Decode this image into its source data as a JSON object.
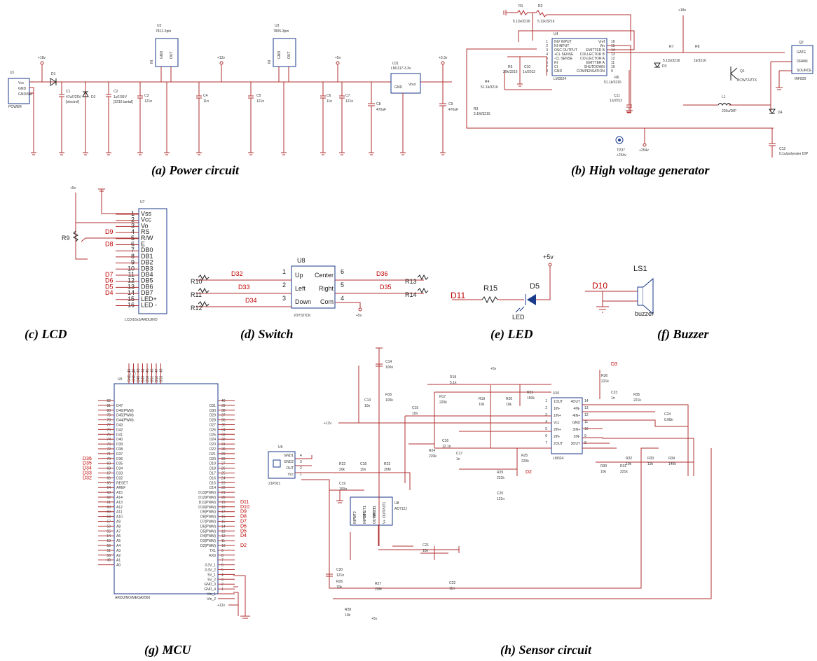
{
  "captions": {
    "a": "(a) Power circuit",
    "b": "(b) High voltage generator",
    "c": "(c) LCD",
    "d": "(d) Switch",
    "e": "(e) LED",
    "f": "(f) Buzzer",
    "g": "(g) MCU",
    "h": "(h) Sensor circuit"
  },
  "power": {
    "u1": "U1",
    "u1_pins": [
      "Vcc",
      "GND",
      "GND/SW"
    ],
    "u1_name": "POWER",
    "d1": "D1",
    "d2": "D2",
    "c1": "C1",
    "c1_val": "47uF/25V",
    "c1_sub": "[electrol]",
    "c2": "C2",
    "c2_val": "1uF/35V",
    "c2_sub": "[3216 tantal]",
    "c3": "C3",
    "c3_val": "121n",
    "u2": "U2",
    "u2_name": "7812-3pin",
    "u3": "U3",
    "u3_name": "7805-3pin",
    "gnd": "GND",
    "out": "OUT",
    "in": "IN",
    "c4": "C4",
    "c4_val": "11n",
    "c5": "C5",
    "c5_val": "121n",
    "c6": "C6",
    "c6_val": "11n",
    "c7": "C7",
    "c7_val": "121n",
    "c8": "C8",
    "c8_val": "470uF",
    "c9": "C9",
    "c9_val": "470uF",
    "u11": "U11",
    "u11_name": "LM1117-3.3v",
    "u11_vout": "Vout",
    "rail_18": "+18v",
    "rail_12": "+12v",
    "rail_5": "+5v",
    "rail_33": "+3.3v"
  },
  "hv": {
    "r1": "R1",
    "r1_val": "5.11k/3216",
    "r2": "R2",
    "r2_val": "5.11k/3216",
    "u4": "U4",
    "u4_name": "LM3524",
    "u4_left_pins": [
      "INV INPUT",
      "NI INPUT",
      "OSC OUTPUT",
      "+CL SENSE",
      "-CL SENSE",
      "RI",
      "CI",
      "GND"
    ],
    "u4_right_pins": [
      "Vref",
      "Vin",
      "EMITTER B",
      "COLLECTOR B",
      "COLLECTOR A",
      "EMITTER A",
      "SHUTDOWN",
      "COMPENSATION"
    ],
    "u4_left_nums": [
      "1",
      "2",
      "3",
      "4",
      "5",
      "6",
      "7",
      "8"
    ],
    "u4_right_nums": [
      "16",
      "15",
      "14",
      "13",
      "12",
      "11",
      "10",
      "9"
    ],
    "r4": "R4",
    "r4_val": "51.1k/3216",
    "r5": "R5",
    "r5_val": "20k/3216",
    "c10": "C10",
    "c10_val": "1n/2012",
    "r6": "R6",
    "r6_val": "51.1k/3216",
    "c11": "C11",
    "c11_val": "1n/2012",
    "r3": "R3",
    "r3_val": "5.1M/3216",
    "tp37": "TP37",
    "tp37_val": "+254v",
    "hv_label": "+254v",
    "r7": "R7",
    "r7_val": "5.11k/3216",
    "r8": "R8",
    "r8_val": "1k/3216",
    "d3": "D3",
    "q1": "Q1",
    "q1_val": "BCW72/ZTX",
    "q2": "Q2",
    "q2_pins": [
      "GATE",
      "DRAIN",
      "SOURCE"
    ],
    "q2_name": "IRF820",
    "l1": "L1",
    "l1_val": "220u/DIP",
    "d4": "D4",
    "c12": "C12",
    "c12_val": "0.1u/polyester DIP",
    "rail_18": "+18v"
  },
  "lcd": {
    "u7": "U7",
    "rail": "+5v",
    "r9": "R9",
    "pins": [
      "Vss",
      "Vcc",
      "Vo",
      "RS",
      "R/W",
      "E",
      "DB0",
      "DB1",
      "DB2",
      "DB3",
      "DB4",
      "DB5",
      "DB6",
      "DB7",
      "LED+",
      "LED -"
    ],
    "nums": [
      "1",
      "2",
      "3",
      "4",
      "5",
      "6",
      "7",
      "8",
      "9",
      "10",
      "11",
      "12",
      "13",
      "14",
      "15",
      "16"
    ],
    "nets": {
      "4": "D9",
      "6": "D8",
      "11": "D7",
      "12": "D6",
      "13": "D5",
      "14": "D4"
    },
    "name": "LCD/16x2/ARDUINO"
  },
  "switch": {
    "u8": "U8",
    "name": "JOYSTICK",
    "left_pins": [
      "Up",
      "Left",
      "Down"
    ],
    "right_pins": [
      "Center",
      "Right",
      "Com"
    ],
    "left_nums": [
      "1",
      "2",
      "3"
    ],
    "right_nums": [
      "6",
      "5",
      "4"
    ],
    "nets_left": [
      "D32",
      "D33",
      "D34"
    ],
    "nets_right": [
      "D36",
      "D35"
    ],
    "res_left": [
      "R10",
      "R11",
      "R12"
    ],
    "res_right": [
      "R13",
      "R14"
    ],
    "rail": "+5v"
  },
  "led": {
    "rail": "+5v",
    "net": "D11",
    "r15": "R15",
    "d5": "D5",
    "name": "LED"
  },
  "buzzer": {
    "ls1": "LS1",
    "net": "D10",
    "name": "buzzer"
  },
  "mcu": {
    "u9": "U9",
    "name": "ARDUINO/MEGA2560",
    "top_pins": [
      "GND_1",
      "GND_2",
      "D48",
      "D49",
      "D50",
      "D51",
      "D52",
      "D53"
    ],
    "top_nums": [
      "41",
      "42",
      "43",
      "44",
      "45",
      "46",
      "47",
      "48"
    ],
    "left_nums": [
      "82",
      "81",
      "80",
      "79",
      "78",
      "77",
      "76",
      "75",
      "74",
      "73",
      "72",
      "71",
      "70",
      "69",
      "68",
      "67",
      "66",
      "65",
      "64",
      "63",
      "62",
      "61",
      "60",
      "59",
      "58",
      "57",
      "56",
      "55",
      "54",
      "53",
      "52",
      "51",
      "50",
      "49"
    ],
    "left_pins": [
      "",
      "D47",
      "D46(PWM)",
      "D45(PWM)",
      "D44(PWM)",
      "D43",
      "D42",
      "D41",
      "D40",
      "D39",
      "D38",
      "D37",
      "D36",
      "D35",
      "D34",
      "D33",
      "D32",
      "RESET",
      "AREF",
      "A15",
      "A14",
      "A13",
      "A12",
      "A11",
      "A10",
      "A9",
      "A8",
      "A7",
      "A6",
      "A5",
      "A4",
      "A3",
      "A2",
      "A1",
      "A0"
    ],
    "left_nets": {
      "12": "D36",
      "13": "D35",
      "14": "D34",
      "15": "D33",
      "16": "D32"
    },
    "right_nums": [
      "40",
      "39",
      "38",
      "37",
      "36",
      "35",
      "34",
      "33",
      "32",
      "31",
      "30",
      "29",
      "28",
      "27",
      "26",
      "25",
      "24",
      "23",
      "22",
      "21",
      "20",
      "19",
      "18",
      "17",
      "16",
      "15",
      "14",
      "13",
      "12",
      "11",
      "10",
      "9",
      "8",
      "7",
      "6",
      "5",
      "4",
      "3",
      "2",
      "1"
    ],
    "right_pins": [
      "",
      "D31",
      "D30",
      "D29",
      "D28",
      "D27",
      "D26",
      "D25",
      "D24",
      "D23",
      "D22",
      "D21",
      "D20",
      "D19",
      "D18",
      "D17",
      "D16",
      "D15",
      "D14",
      "D13(PWM)",
      "D12(PWM)",
      "D11(PWM)",
      "D10(PWM)",
      "D9(PWM)",
      "D8(PWM)",
      "D7(PWM)",
      "D6(PWM)",
      "D5(PWM)",
      "D4(PWM)",
      "D3(PWM)",
      "D2(PWM)",
      "TX1",
      "RX0",
      "",
      "3.3V_1",
      "3.3V_2",
      "5V_1",
      "5V_2",
      "GND_3",
      "GND_4",
      "Vin_1",
      "Vin_2"
    ],
    "right_nets": {
      "21": "D11",
      "22": "D10",
      "23": "D9",
      "24": "D8",
      "25": "D7",
      "26": "D6",
      "27": "D5",
      "28": "D4",
      "30": "D2"
    },
    "rail": "+12v"
  },
  "sensor": {
    "c14": "C14",
    "c14_val": "100n",
    "r16": "R16",
    "r16_val": "100k",
    "c13": "C13",
    "c13_val": "10n",
    "r18": "R18",
    "r18_val": "5.1k",
    "r17": "R17",
    "r17_val": "220k",
    "c15": "C15",
    "c15_val": "10n",
    "r19": "R19",
    "r19_val": "10k",
    "r20": "R20",
    "r20_val": "10k",
    "r21": "R21",
    "r21_val": "150k",
    "rail_5": "+5v",
    "rail_12": "+12v",
    "u10": "U10",
    "u10_name": "LM324",
    "u10_left": [
      "1OUT",
      "1IN-",
      "1IN+",
      "Vcc",
      "2IN+",
      "2IN-",
      "2OUT"
    ],
    "u10_right": [
      "4OUT",
      "4IN-",
      "4IN+",
      "GND",
      "3IN+",
      "3IN-",
      "3OUT"
    ],
    "u10_lnums": [
      "1",
      "2",
      "3",
      "4",
      "5",
      "6",
      "7"
    ],
    "u10_rnums": [
      "14",
      "13",
      "12",
      "11",
      "10",
      "9",
      "8"
    ],
    "r36": "R36",
    "r36_val": "221k",
    "net_d3": "D3",
    "c23": "C23",
    "c23_val": "1n",
    "r35": "R35",
    "r35_val": "221k",
    "c24": "C24",
    "c24_val": "0.08n",
    "c16": "C16",
    "c16_val": "12.1n",
    "r24": "R24",
    "r24_val": "220k",
    "c17": "C17",
    "c17_val": "1n",
    "r25": "R25",
    "r25_val": "220k",
    "net_d2": "D2",
    "r29": "R29",
    "r29_val": "221k",
    "c25": "C25",
    "c25_val": "121n",
    "r30": "R30",
    "r30_val": "10k",
    "r31": "R31",
    "r31_val": "221k",
    "r32": "R32",
    "r32_val": "10k",
    "r33": "R33",
    "r33_val": "13k",
    "r34": "R34",
    "r34_val": "140k",
    "u9s": "U9",
    "u9s_name": "21P021",
    "u9s_pins": [
      "GND1",
      "GND2",
      "OUT",
      "Vcc"
    ],
    "u9s_nums": [
      "4",
      "3",
      "2",
      "1"
    ],
    "r22": "R22",
    "r22_val": "20k",
    "c18": "C18",
    "c18_val": "10n",
    "r23": "R23",
    "r23_val": "20M",
    "c19": "C19",
    "c19_val": "100n",
    "u8s": "U8",
    "u8s_name": "AD712J",
    "u8s_pins": [
      "V-",
      "INPUT1",
      "INPUT1",
      "OUTPUT1",
      "INPUT2",
      "INPUT2",
      "OUTPUT2",
      "V+"
    ],
    "c21": "C21",
    "c21_val": "10n",
    "c20": "C20",
    "c20_val": "121n",
    "r26": "R26",
    "r26_val": "10k",
    "r27": "R27",
    "r27_val": "20M",
    "c22": "C22",
    "c22_val": "11n",
    "r28": "R28",
    "r28_val": "10k",
    "rail_5b": "+5v"
  }
}
